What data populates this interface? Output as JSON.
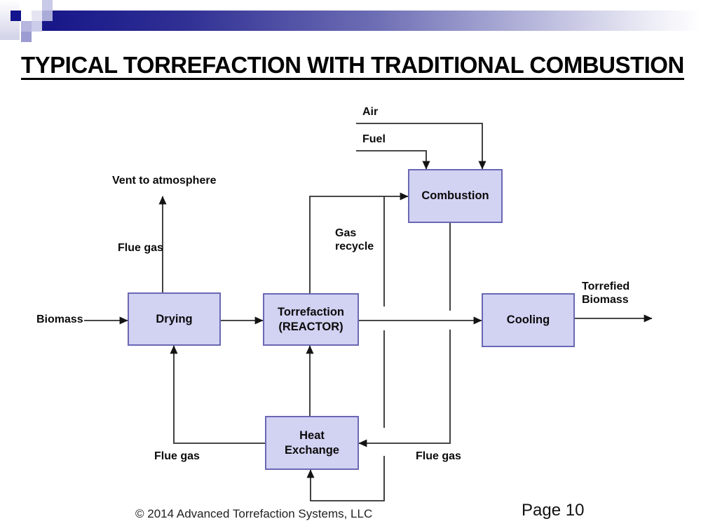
{
  "slide": {
    "title": "TYPICAL TORREFACTION WITH TRADITIONAL COMBUSTION",
    "footer": {
      "copyright": "© 2014 Advanced Torrefaction Systems, LLC",
      "page_number": "Page 10"
    }
  },
  "diagram": {
    "boxes": {
      "drying": "Drying",
      "torrefaction": "Torrefaction\n(REACTOR)",
      "combustion": "Combustion",
      "cooling": "Cooling",
      "heat_exchange": "Heat\nExchange"
    },
    "labels": {
      "biomass": "Biomass",
      "vent": "Vent to atmosphere",
      "flue_gas_drying": "Flue gas",
      "gas_recycle": "Gas\nrecycle",
      "air": "Air",
      "fuel": "Fuel",
      "torrefied_biomass": "Torrefied\nBiomass",
      "flue_gas_left": "Flue gas",
      "flue_gas_right": "Flue gas"
    },
    "colors": {
      "box_fill": "#d2d2f3",
      "box_border": "#6a68b4",
      "line": "#2e2e2e",
      "header_navy": "#18188a"
    }
  }
}
